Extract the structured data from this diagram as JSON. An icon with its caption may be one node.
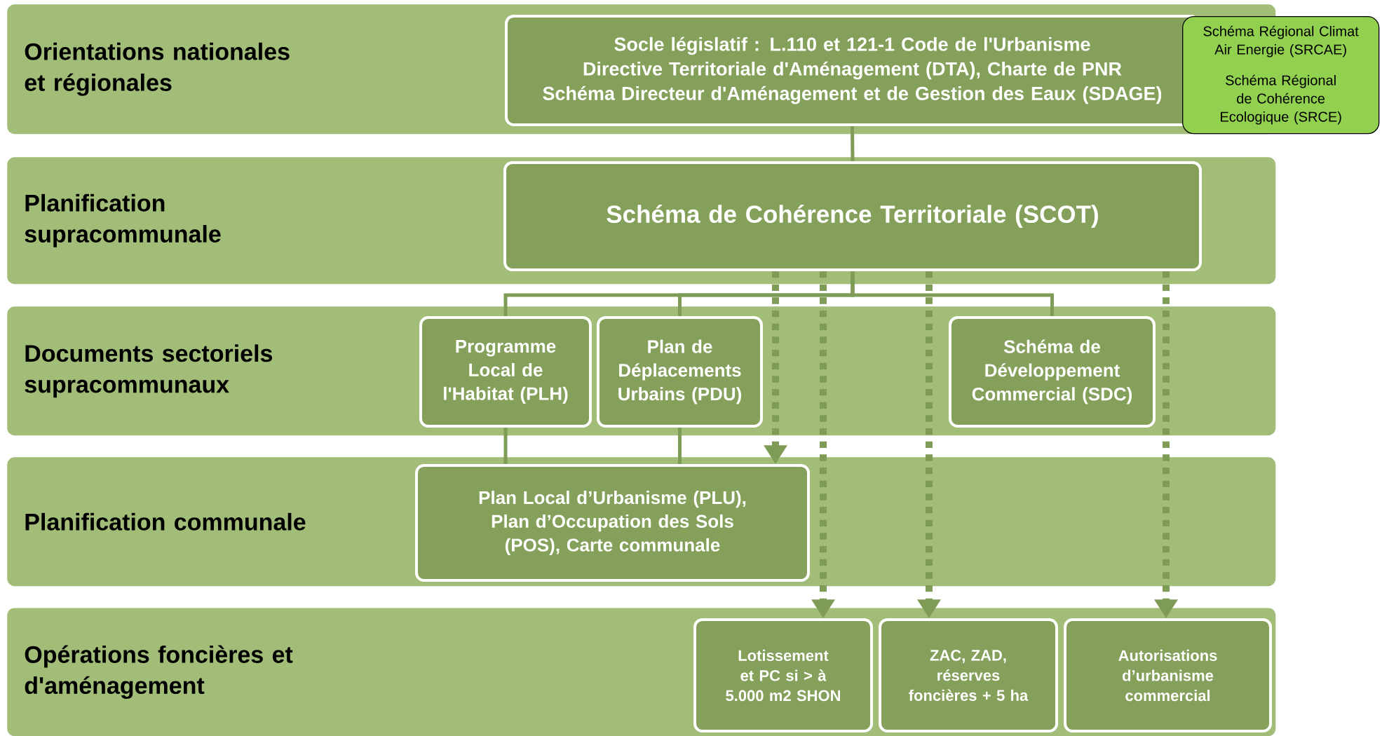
{
  "diagram": {
    "nodes": [
      {
        "text": [
          "Orientations nationales et régionales"
        ]
      },
      {
        "text": [
          "Socle législatif : L.110 et 121-1 Code de l'Urbanisme",
          "Directive Territoriale d'Aménagement (DTA), Charte de PNR",
          "Schéma Directeur d'Aménagement et de Gestion des Eaux (SDAGE)"
        ],
        "in": 0
      },
      {
        "text": [
          "Schéma Régional Climat Air Energie (SRCAE)",
          "Schéma Régional de Cohérence Ecologique (SRCE)"
        ]
      },
      {
        "text": [
          "Planification supracommunale"
        ]
      },
      {
        "text": [
          "Schéma de Cohérence Territoriale (SCOT)"
        ],
        "in": 3
      },
      {
        "text": [
          "Documents sectoriels supracommunaux"
        ]
      },
      {
        "text": [
          "Programme Local de l'Habitat (PLH)"
        ],
        "in": 5
      },
      {
        "text": [
          "Plan de Déplacements Urbains (PDU)"
        ],
        "in": 5
      },
      {
        "text": [
          "Schéma de Développement Commercial (SDC)"
        ],
        "in": 5
      },
      {
        "text": [
          "Planification communale"
        ]
      },
      {
        "text": [
          "Plan Local d’Urbanisme (PLU), Plan d’Occupation des Sols (POS), Carte communale"
        ],
        "in": 9
      },
      {
        "text": [
          "Opérations foncières et d'aménagement"
        ]
      },
      {
        "text": [
          "Lotissement et PC si > à 5.000 m2 SHON"
        ],
        "in": 11
      },
      {
        "text": [
          "ZAC, ZAD, réserves foncières + 5 ha"
        ],
        "in": 11
      },
      {
        "text": [
          "Autorisations d’urbanisme commercial"
        ],
        "in": 11
      }
    ],
    "edges": [
      {
        "from": 1,
        "to": 4,
        "arrow": "none"
      },
      {
        "from": 4,
        "to": 6,
        "arrow": "none"
      },
      {
        "from": 4,
        "to": 7,
        "arrow": "none"
      },
      {
        "from": 4,
        "to": 8,
        "arrow": "none"
      },
      {
        "from": 6,
        "to": 10,
        "arrow": "none"
      },
      {
        "from": 7,
        "to": 10,
        "arrow": "none"
      },
      {
        "from": 4,
        "to": 10,
        "arrow": "to",
        "style": "dashed"
      },
      {
        "from": 4,
        "to": 12,
        "arrow": "to",
        "style": "dashed"
      },
      {
        "from": 4,
        "to": 13,
        "arrow": "to",
        "style": "dashed"
      },
      {
        "from": 4,
        "to": 14,
        "arrow": "to",
        "style": "dashed"
      }
    ]
  }
}
